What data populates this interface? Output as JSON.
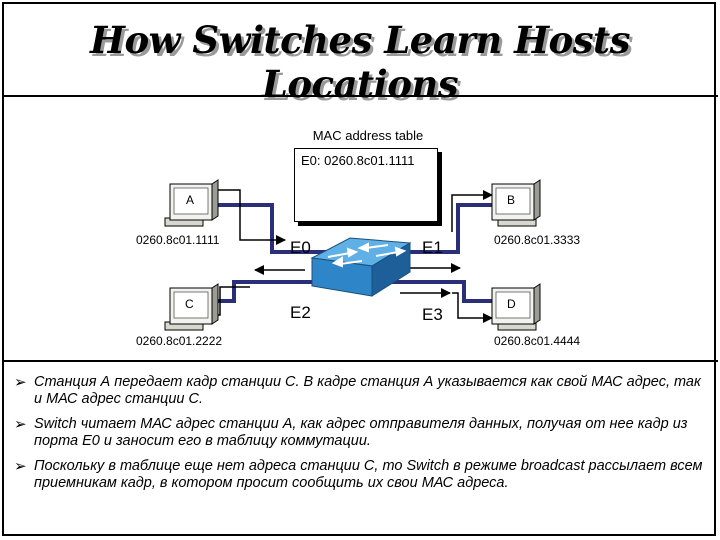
{
  "title": "How Switches Learn Hosts Locations",
  "mac_table": {
    "title": "MAC address table",
    "entries": [
      "E0:  0260.8c01.1111"
    ]
  },
  "hosts": [
    {
      "label": "A",
      "mac": "0260.8c01.1111"
    },
    {
      "label": "B",
      "mac": "0260.8c01.3333"
    },
    {
      "label": "C",
      "mac": "0260.8c01.2222"
    },
    {
      "label": "D",
      "mac": "0260.8c01.4444"
    }
  ],
  "ports": [
    "E0",
    "E1",
    "E2",
    "E3"
  ],
  "colors": {
    "link": "#2b2f7a",
    "switch": "#2e86c8",
    "screen": "#f2f2ee"
  },
  "bullets": [
    "Станция А передает кадр станции С. В кадре станция А указывается как свой МАС адрес, так и МАС адрес станции С.",
    "Switch читает МАС адрес станции А, как адрес отправителя данных, получая от нее кадр из порта Е0 и заносит его в таблицу коммутации.",
    "Поскольку в таблице еще нет адреса станции С, то Switch в режиме broadcast рассылает всем приемникам кадр, в котором просит сообщить их свои МАС адреса."
  ]
}
